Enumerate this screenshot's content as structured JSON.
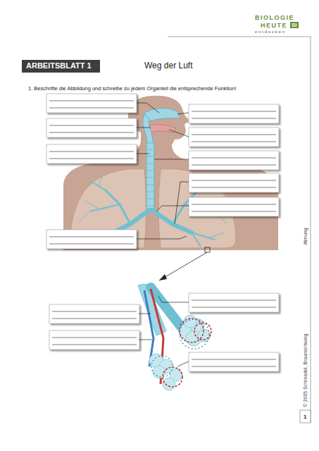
{
  "diagram": {
    "title": "Weg der Luft",
    "nodes": [
      {
        "text": [
          "ARBEITSBLATT 1"
        ]
      }
    ],
    "labels": [
      "BIOLOGIE",
      "HEUTE",
      "SI",
      "entdecken",
      "1. Beschrifte die Abbildung und schreibe zu jedem Organteil die entsprechende Funktion!",
      "Atmung",
      "© 2005 Schroedel, Braunschweig",
      "1"
    ]
  }
}
